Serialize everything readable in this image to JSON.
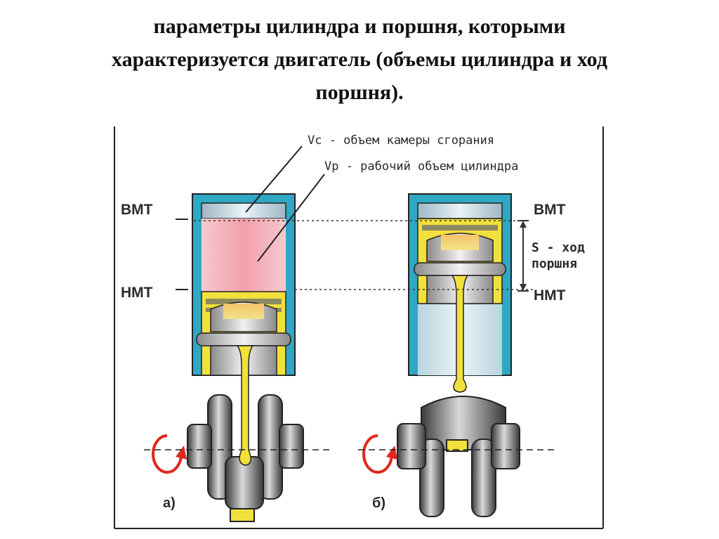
{
  "title": {
    "line1": "параметры цилиндра и поршня, которыми",
    "line2": "характеризуется двигатель (объемы цилиндра и ход",
    "line3": "поршня)."
  },
  "diagram": {
    "vc_label": "Vc - объем камеры сгорания",
    "vp_label": "Vp - рабочий объем цилиндра",
    "left": {
      "bmt": "ВМТ",
      "nmt": "НМТ",
      "caption": "а)"
    },
    "right": {
      "bmt": "ВМТ",
      "nmt": "НМТ",
      "stroke_line1": "S - ход",
      "stroke_line2": "поршня",
      "caption": "б)"
    }
  },
  "colors": {
    "cylinder_wall": "#2fa8c4",
    "working_volume": "#f2a3ad",
    "combustion_chamber": "#b8dae4",
    "piston": "#f0e24a",
    "crank": "#5a5a5a",
    "rotation_arrow": "#e0281e",
    "stroke_arrow": "#333333"
  },
  "icons": [
    "rotation-arrow-icon",
    "stroke-arrow-icon"
  ]
}
